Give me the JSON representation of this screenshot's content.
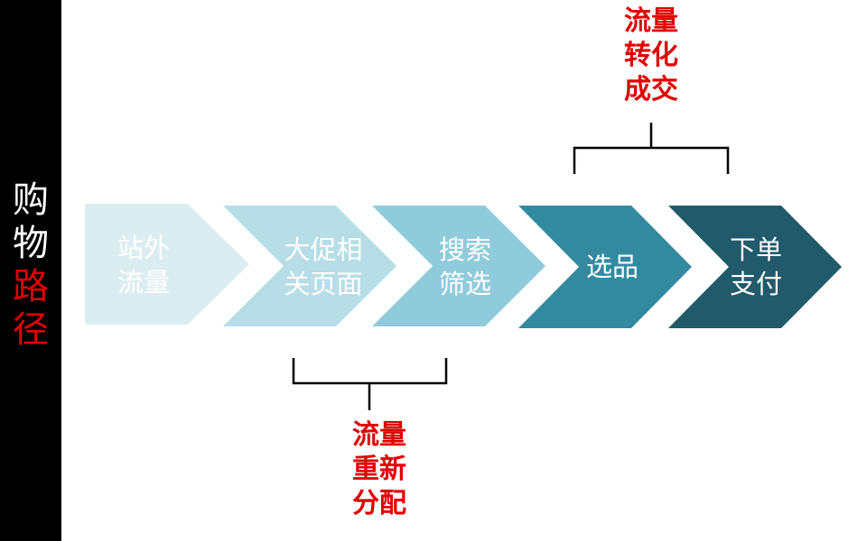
{
  "side_title": {
    "line1": "购",
    "line2": "物",
    "line3": "路",
    "line4": "径",
    "color_white": "#ffffff",
    "color_red": "#e00000"
  },
  "steps": [
    {
      "line1": "站外",
      "line2": "流量",
      "color": "#dcedf2"
    },
    {
      "line1": "大促相",
      "line2": "关页面",
      "color": "#b7dde7"
    },
    {
      "line1": "搜索",
      "line2": "筛选",
      "color": "#90cbdb"
    },
    {
      "line1": "选品",
      "line2": "",
      "color": "#338aa0"
    },
    {
      "line1": "下单",
      "line2": "支付",
      "color": "#215a6a"
    }
  ],
  "notes": {
    "top": {
      "line1": "流量",
      "line2": "转化",
      "line3": "成交"
    },
    "bottom": {
      "line1": "流量",
      "line2": "重新",
      "line3": "分配"
    },
    "color": "#e00000"
  }
}
